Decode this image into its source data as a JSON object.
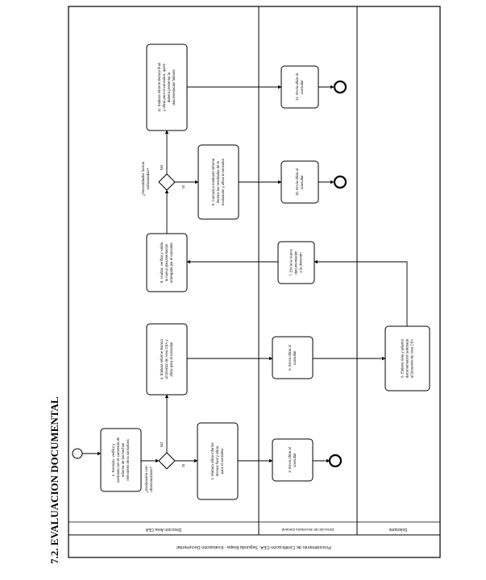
{
  "heading": "7.2. EVALUACION DOCUMENTAL",
  "pool_title": "Procedimiento de Certificación CEA- Segunda Etapa - Evaluación Documental",
  "lanes": [
    {
      "id": "dir_area",
      "label": "Dirección Área CEA"
    },
    {
      "id": "dir_sec",
      "label": "Dirección de Secretaría General"
    },
    {
      "id": "solicitante",
      "label": "Solicitante"
    }
  ],
  "tasks": [
    {
      "id": "t1",
      "lines": [
        "1. Revisión, verifica y",
        "contrasta con el contenido de",
        "Informe de los hechos",
        "relevantes de la consultora"
      ]
    },
    {
      "id": "t2",
      "lines": [
        "2. Elabora oficio informe",
        "técnico final y oficio",
        "para el consultor"
      ]
    },
    {
      "id": "t3",
      "lines": [
        "3. Envía oficio al",
        "consultor"
      ]
    },
    {
      "id": "t4",
      "lines": [
        "4. Elabora informe técnico",
        "al Director de Área CEA y",
        "oficio para el consultor"
      ]
    },
    {
      "id": "t5",
      "lines": [
        "5. Envía oficio al",
        "consultor"
      ]
    },
    {
      "id": "t6",
      "lines": [
        "6. Elabora nota y adjunta",
        "documentación solicitada",
        "al Dirección de Área CEA"
      ]
    },
    {
      "id": "t7",
      "lines": [
        "7. Envía la nueva",
        "documentación",
        "a la dirección"
      ]
    },
    {
      "id": "t8",
      "lines": [
        "8. Analiza, verifica y valida",
        "la nueva documentación",
        "entregada por el consultor"
      ]
    },
    {
      "id": "t9",
      "lines": [
        "9. Comunica mediante informe",
        "técnico los resultados de la",
        "evaluación y oficio al consultor"
      ]
    },
    {
      "id": "t10",
      "lines": [
        "10. Envía oficio al",
        "consultor"
      ]
    },
    {
      "id": "t11",
      "lines": [
        "11. Elabora informe técnico final",
        "y oficio para el consultor; quien",
        "deberá presentar la",
        "documentación faltante"
      ]
    },
    {
      "id": "t12",
      "lines": [
        "12. Envía oficio al",
        "consultor"
      ]
    }
  ],
  "gateways": [
    {
      "id": "g1",
      "question_lines": [
        "¿Evaluación con",
        "observaciones?"
      ],
      "yes": "SI",
      "no": "NO"
    },
    {
      "id": "g2",
      "question_lines": [
        "¿Necesidades fueron",
        "subsanadas?"
      ],
      "yes": "SI",
      "no": "NO"
    }
  ],
  "colors": {
    "line": "#000000",
    "task_fill": "#ffffff",
    "end_event": "#000000"
  }
}
